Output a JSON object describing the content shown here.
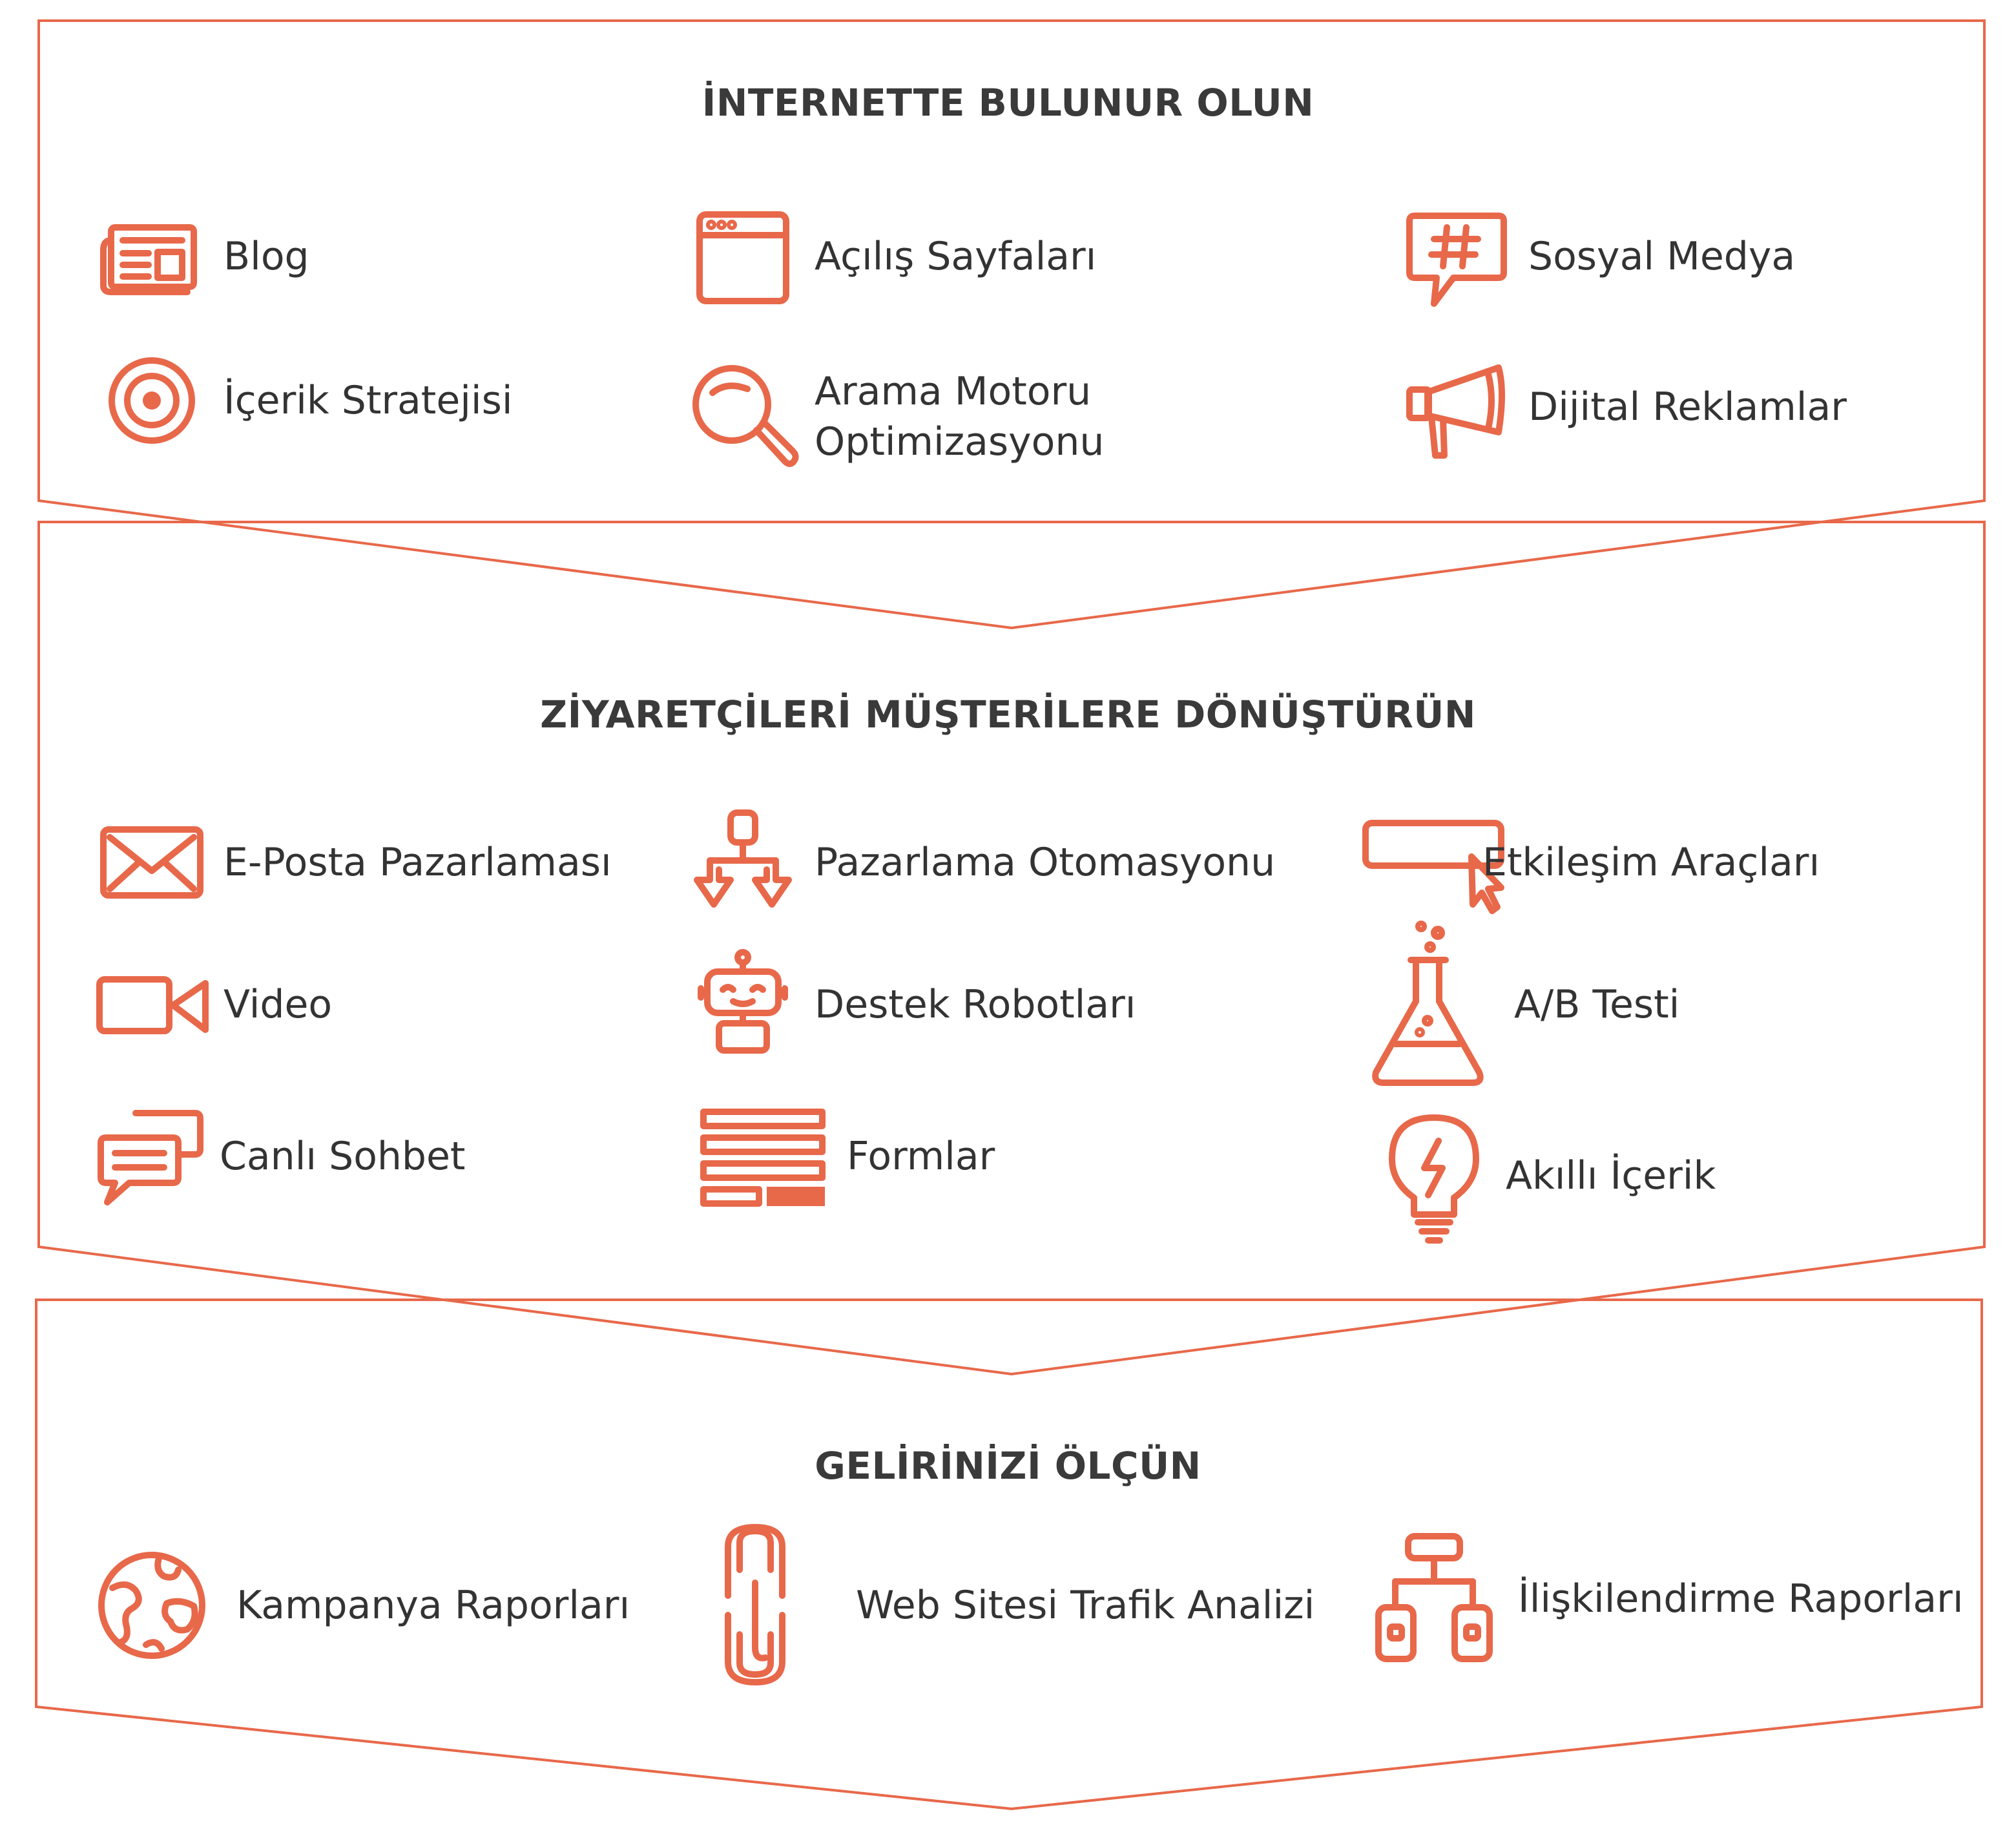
{
  "colors": {
    "accent": "#e8684a",
    "text": "#333333",
    "heading": "#3a3a3a"
  },
  "sections": [
    {
      "title": "İNTERNETTE BULUNUR OLUN",
      "items": [
        {
          "label": "Blog",
          "icon": "newspaper-icon"
        },
        {
          "label": "Açılış Sayfaları",
          "icon": "browser-window-icon"
        },
        {
          "label": "Sosyal Medya",
          "icon": "hashtag-speech-bubble-icon"
        },
        {
          "label": "İçerik Stratejisi",
          "icon": "target-icon"
        },
        {
          "label_lines": [
            "Arama Motoru",
            "Optimizasyonu"
          ],
          "icon": "magnifying-glass-icon"
        },
        {
          "label": "Dijital Reklamlar",
          "icon": "megaphone-icon"
        }
      ]
    },
    {
      "title": "ZİYARETÇİLERİ MÜŞTERİLERE DÖNÜŞTÜRÜN",
      "items": [
        {
          "label": "E-Posta Pazarlaması",
          "icon": "envelope-icon"
        },
        {
          "label": "Pazarlama Otomasyonu",
          "icon": "workflow-arrows-icon"
        },
        {
          "label": "Etkileşim Araçları",
          "icon": "button-cursor-icon"
        },
        {
          "label": "Video",
          "icon": "video-camera-icon"
        },
        {
          "label": "Destek Robotları",
          "icon": "robot-icon"
        },
        {
          "label": "A/B Testi",
          "icon": "flask-icon"
        },
        {
          "label": "Canlı Sohbet",
          "icon": "chat-bubbles-icon"
        },
        {
          "label": "Formlar",
          "icon": "form-lines-icon"
        },
        {
          "label": "Akıllı İçerik",
          "icon": "lightbulb-icon"
        }
      ]
    },
    {
      "title": "GELİRİNİZİ ÖLÇÜN",
      "items": [
        {
          "label": "Kampanya Raporları",
          "icon": "globe-icon"
        },
        {
          "label": "Web Sitesi Trafik Analizi",
          "icon": "paperclip-icon"
        },
        {
          "label": "İlişkilendirme Raporları",
          "icon": "attribution-tree-icon"
        }
      ]
    }
  ]
}
